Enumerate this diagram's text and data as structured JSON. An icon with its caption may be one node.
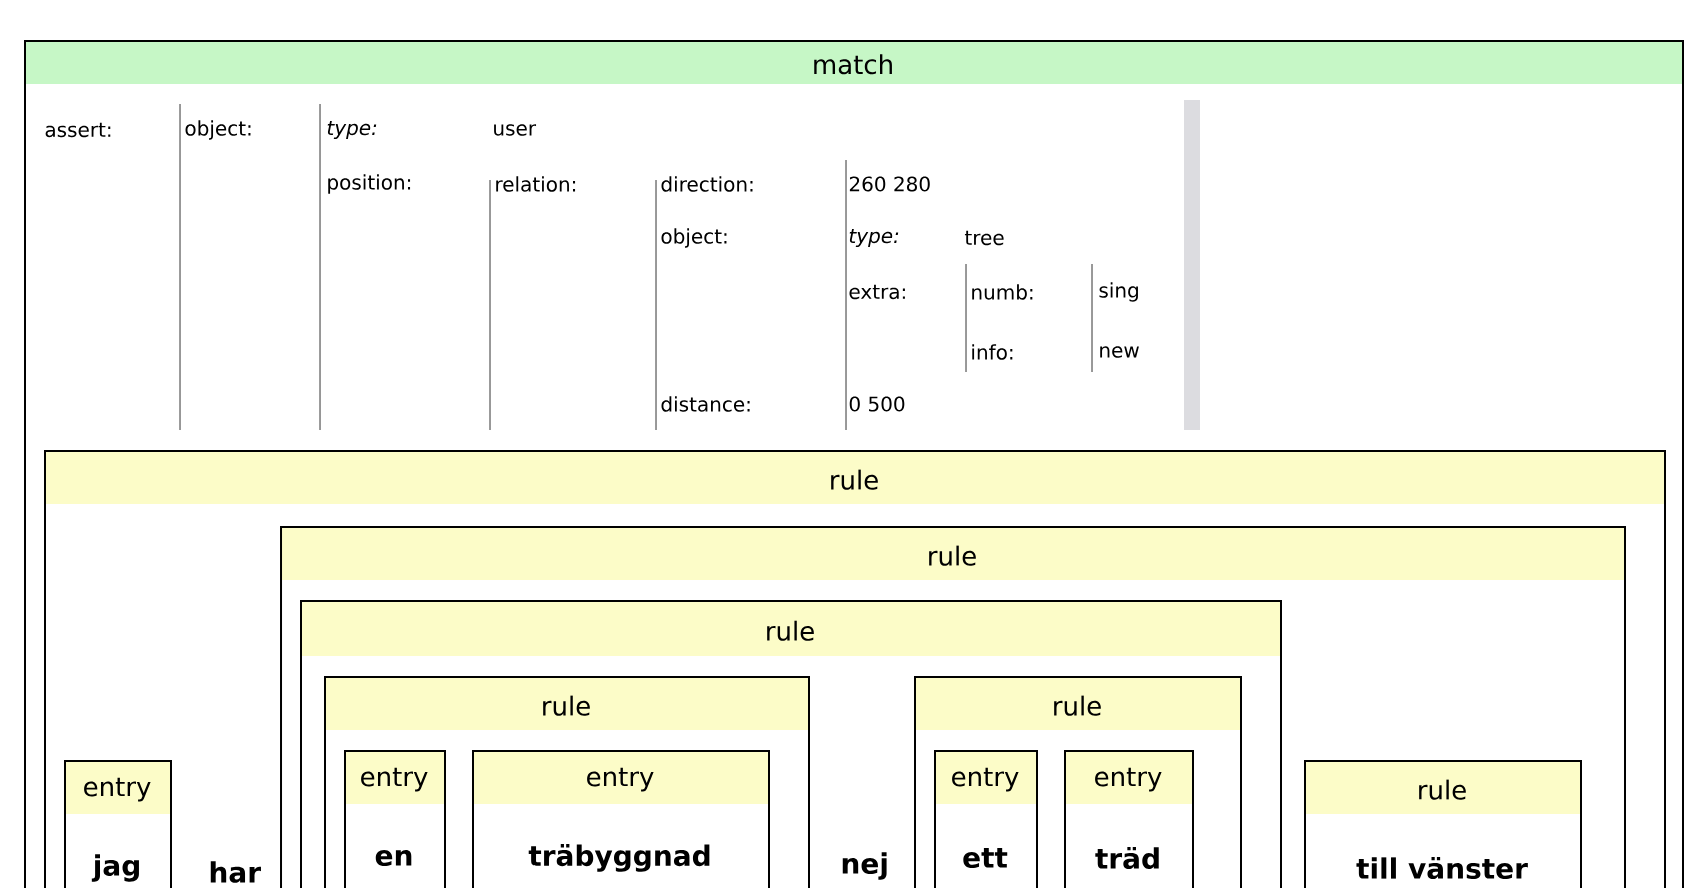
{
  "diagram": {
    "nodes": [
      {
        "text": [
          "match"
        ]
      },
      {
        "text": [
          "rule"
        ],
        "in": 0
      },
      {
        "text": [
          "entry",
          "jag"
        ],
        "in": 1
      },
      {
        "text": [
          "rule"
        ],
        "in": 1
      },
      {
        "text": [
          "rule"
        ],
        "in": 3
      },
      {
        "text": [
          "rule"
        ],
        "in": 4
      },
      {
        "text": [
          "entry",
          "en"
        ],
        "in": 5
      },
      {
        "text": [
          "entry",
          "träbyggnad"
        ],
        "in": 5
      },
      {
        "text": [
          "rule"
        ],
        "in": 4
      },
      {
        "text": [
          "entry",
          "ett"
        ],
        "in": 8
      },
      {
        "text": [
          "entry",
          "träd"
        ],
        "in": 8
      },
      {
        "text": [
          "rule",
          "till vänster"
        ],
        "in": 3
      }
    ],
    "labels": [
      "assert:",
      "object:",
      "type:",
      "user",
      "position:",
      "relation:",
      "direction:",
      "260 280",
      "object:",
      "type:",
      "tree",
      "extra:",
      "numb:",
      "sing",
      "info:",
      "new",
      "distance:",
      "0 500",
      "har",
      "nej"
    ]
  }
}
